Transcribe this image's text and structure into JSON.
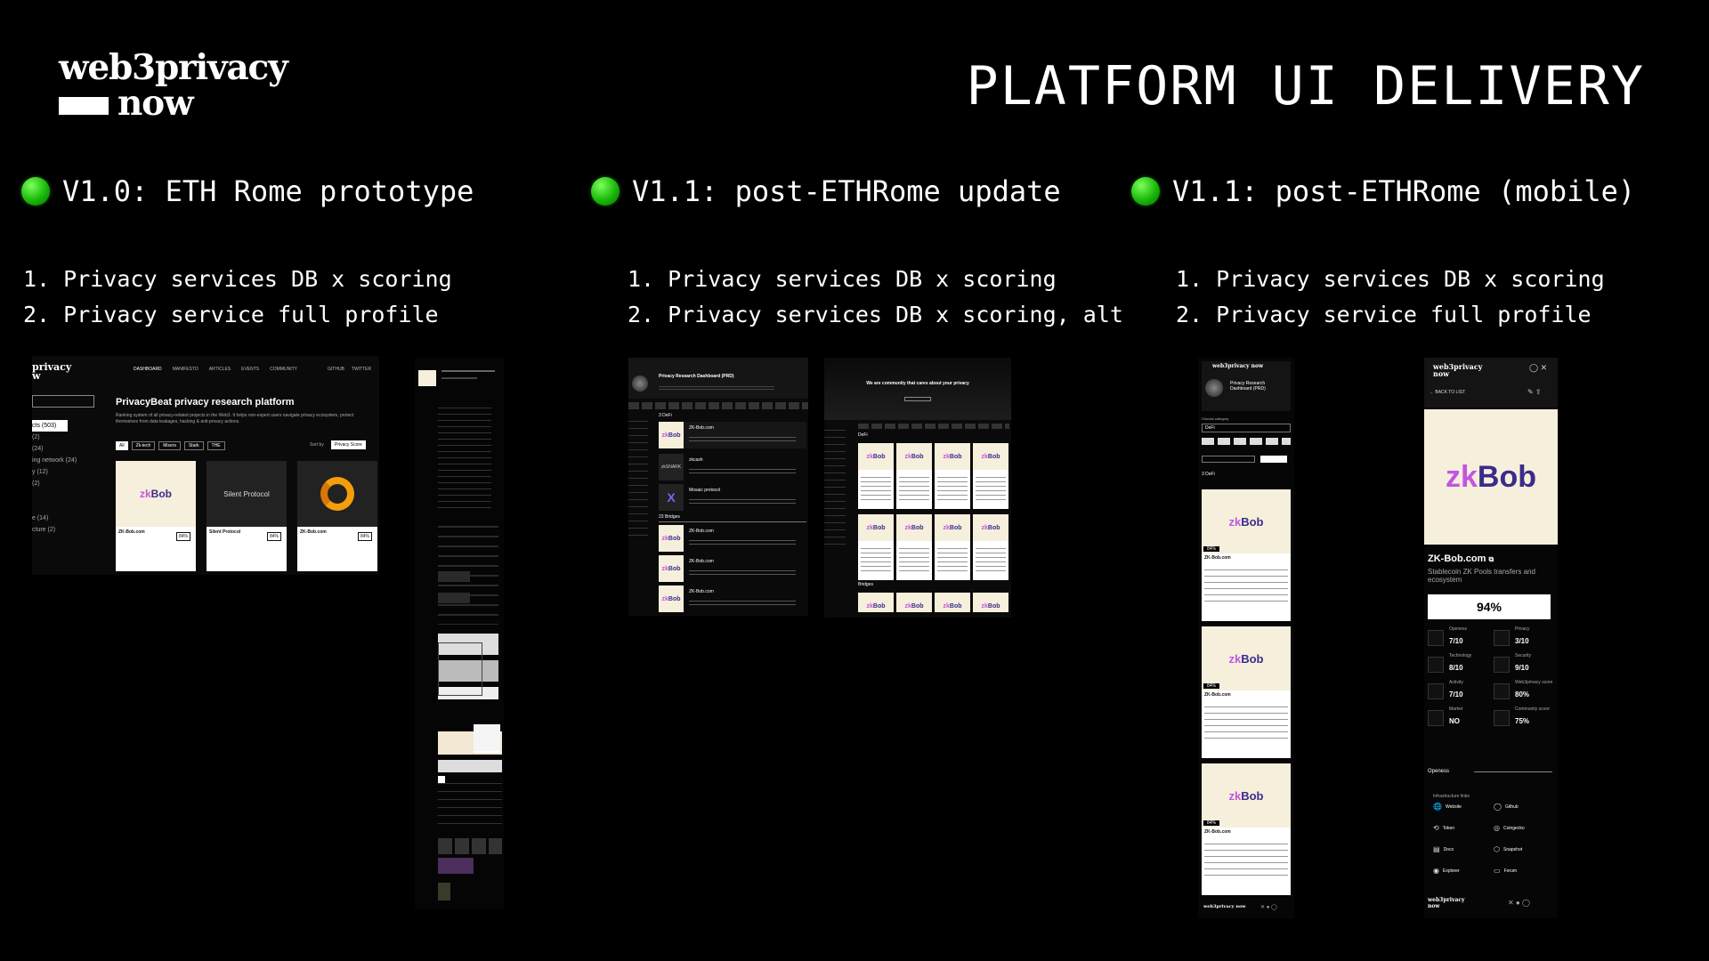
{
  "logo": {
    "line1": "web3privacy",
    "line2": "now"
  },
  "title": "PLATFORM UI DELIVERY",
  "columns": [
    {
      "heading": "V1.0: ETH Rome prototype",
      "items": [
        "1. Privacy services DB x scoring",
        "2. Privacy service full profile"
      ]
    },
    {
      "heading": "V1.1: post-ETHRome update",
      "items": [
        "1. Privacy services DB x scoring",
        "2. Privacy services DB x scoring, alt"
      ]
    },
    {
      "heading": "V1.1: post-ETHRome (mobile)",
      "items": [
        "1. Privacy services DB x scoring",
        "2. Privacy service full profile"
      ]
    }
  ],
  "v10": {
    "nav": [
      "DASHBOARD",
      "MANIFESTO",
      "ARTICLES",
      "EVENTS",
      "COMMUNITY"
    ],
    "nav_right": [
      "GITHUB",
      "TWITTER"
    ],
    "heading": "PrivacyBeat privacy research platform",
    "subtitle": "Ranking system of all privacy-related projects in the Web3. It helps non-expert users navigate privacy ecosystem, protect themselves from data leakages, hacking & anti-privacy actions.",
    "filters": [
      "All",
      "Zk-tech",
      "Mixers",
      "Stark",
      "THE"
    ],
    "sort_label": "Sort by",
    "sort_value": "Privacy Score",
    "sidebar": [
      "cts (503)",
      "(2)",
      "(24)",
      "ing network (24)",
      "y (12)",
      "(2)",
      "",
      "",
      "e (14)",
      "cture (2)"
    ],
    "cards": [
      {
        "name": "ZK-Bob.com",
        "score": "84%",
        "brand": "zkBob"
      },
      {
        "name": "Silent Protocol",
        "score": "84%",
        "brand": "Silent Protocol"
      },
      {
        "name": "ZK-Bob.com",
        "score": "84%",
        "brand": "orb"
      }
    ]
  },
  "v11": {
    "hero": "Privacy Research Dashboard (PRD)",
    "hero_alt": "We are community that cares about your privacy",
    "section_defi": "3 DeFi",
    "section_bridges": "23 Bridges",
    "defi_label": "DeFi",
    "bridges_label": "Bridges",
    "rows": [
      {
        "name": "ZK-Bob.com",
        "brand": "zkBob"
      },
      {
        "name": "zkcash",
        "brand": "zkSNARK"
      },
      {
        "name": "Mosaic protocol",
        "brand": "X"
      },
      {
        "name": "ZK-Bob.com",
        "brand": "zkBob"
      },
      {
        "name": "ZK-Bob.com",
        "brand": "zkBob"
      },
      {
        "name": "ZK-Bob.com",
        "brand": "zkBob"
      }
    ],
    "card_brand": "zkBob"
  },
  "mobile": {
    "list": {
      "hero": "Privacy Research Dashboard (PRD)",
      "category_label": "Choose category",
      "category_value": "DeFi",
      "section": "3 DeFi",
      "card_name": "ZK-Bob.com",
      "score": "84%",
      "brand": "zkBob",
      "footer": "web3privacy now"
    },
    "profile": {
      "back": "BACK TO LIST",
      "brand_z": "zk",
      "brand_rest": "Bob",
      "name": "ZK-Bob.com",
      "description": "Stablecoin ZK Pools transfers and ecosystem",
      "score": "94%",
      "metrics": [
        {
          "label": "Openess",
          "value": "7/10"
        },
        {
          "label": "Privacy",
          "value": "3/10"
        },
        {
          "label": "Technology",
          "value": "8/10"
        },
        {
          "label": "Security",
          "value": "9/10"
        },
        {
          "label": "Activity",
          "value": "7/10"
        },
        {
          "label": "Web3privacy score",
          "value": "80%"
        },
        {
          "label": "Market",
          "value": "NO"
        },
        {
          "label": "Community score",
          "value": "75%"
        }
      ],
      "openess_label": "Openess",
      "links_label": "Infrastructure links",
      "links": [
        "Website",
        "Github",
        "Token",
        "Coingecko",
        "Docs",
        "Snapshot",
        "Explorer",
        "Forum"
      ],
      "footer": "web3privacy now"
    }
  },
  "colors": {
    "background": "#000000",
    "dot": "#19b80a",
    "card_bg": "#f6efdc",
    "brand_purple": "#3b2c8a",
    "brand_pink": "#c156e0"
  }
}
